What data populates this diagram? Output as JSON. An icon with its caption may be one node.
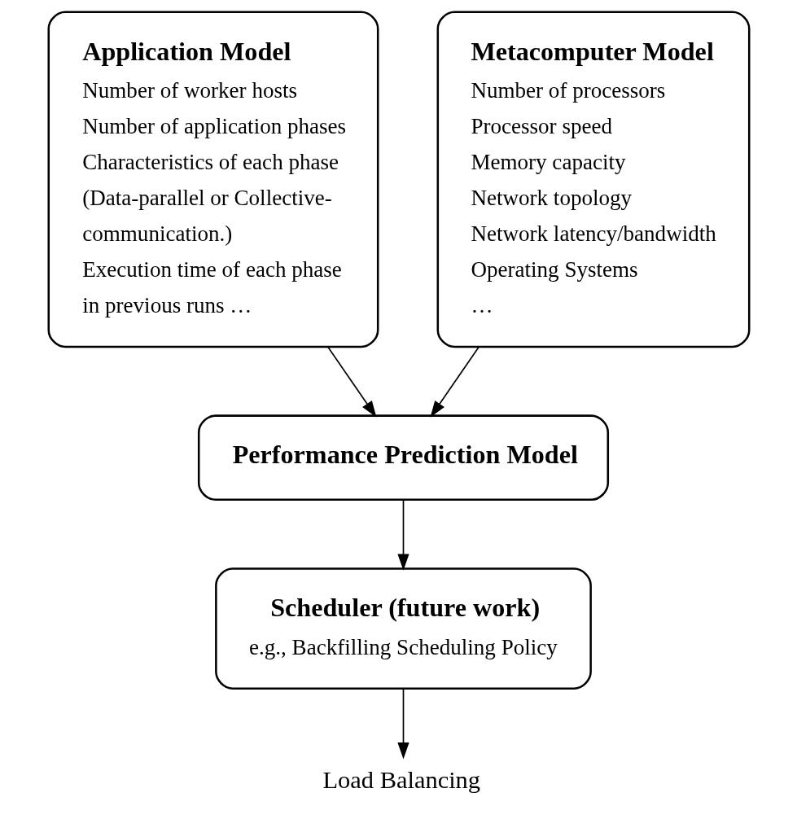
{
  "diagram": {
    "nodes": [
      {
        "text": [
          "Application Model",
          "Number of worker hosts",
          "Number of application phases",
          "Characteristics of each phase",
          "(Data-parallel or Collective-",
          "communication.)",
          "Execution time of each phase",
          "in previous runs …"
        ]
      },
      {
        "text": [
          "Metacomputer Model",
          "Number of processors",
          "Processor speed",
          "Memory capacity",
          "Network topology",
          "Network latency/bandwidth",
          "Operating Systems",
          "…"
        ]
      },
      {
        "text": [
          "Performance Prediction Model"
        ]
      },
      {
        "text": [
          "Scheduler (future work)",
          "e.g., Backfilling Scheduling Policy"
        ]
      },
      {
        "text": [
          "Load Balancing"
        ]
      }
    ],
    "edges": [
      {
        "from": 0,
        "to": 2,
        "arrow": "to"
      },
      {
        "from": 1,
        "to": 2,
        "arrow": "to"
      },
      {
        "from": 2,
        "to": 3,
        "arrow": "to"
      },
      {
        "from": 3,
        "to": 4,
        "arrow": "to"
      }
    ]
  }
}
